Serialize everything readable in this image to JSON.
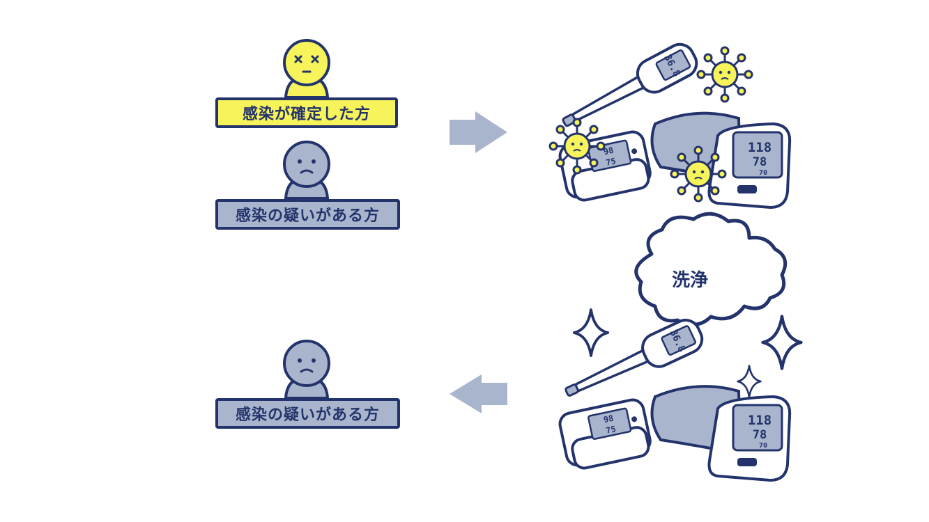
{
  "labels": {
    "confirmed": "感染が確定した方",
    "suspected_top": "感染の疑いがある方",
    "suspected_bottom": "感染の疑いがある方"
  },
  "cloud_text": "洗浄",
  "thermometer": {
    "reading": "36.8"
  },
  "oximeter": {
    "spo2": "98",
    "pulse": "75"
  },
  "bp_monitor": {
    "systolic": "118",
    "diastolic": "78",
    "pulse": "70"
  },
  "colors": {
    "navy": "#23336b",
    "yellow": "#f7f35a",
    "grey_blue": "#a8b5cd",
    "arrow": "#a8b5cd"
  }
}
